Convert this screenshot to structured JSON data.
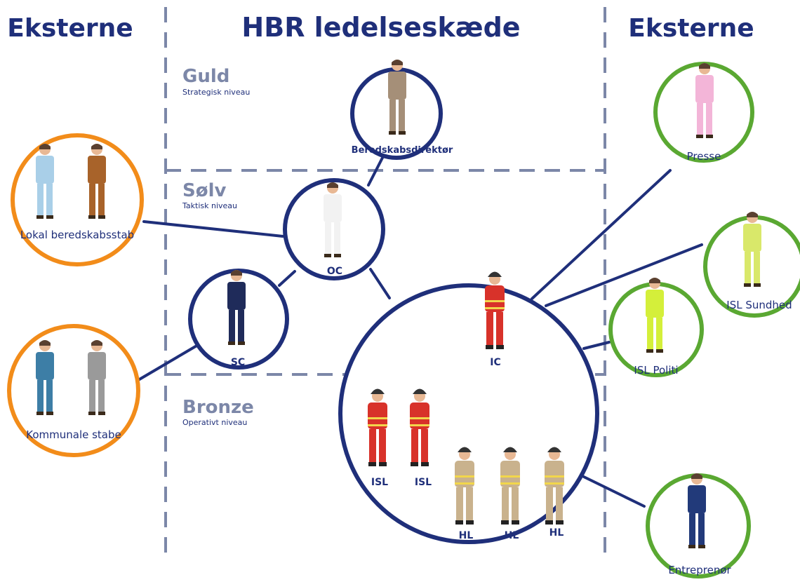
{
  "headers": {
    "left": "Eksterne",
    "center": "HBR ledelseskæde",
    "right": "Eksterne"
  },
  "levels": {
    "gold": {
      "title": "Guld",
      "subtitle": "Strategisk niveau"
    },
    "silver": {
      "title": "Sølv",
      "subtitle": "Taktisk niveau"
    },
    "bronze": {
      "title": "Bronze",
      "subtitle": "Operativt niveau"
    }
  },
  "nodes": {
    "director": "Beredskabsdirektør",
    "oc": "OC",
    "sc": "SC",
    "ic": "IC",
    "isl1": "ISL",
    "isl2": "ISL",
    "hl1": "HL",
    "hl2": "HL",
    "hl3": "HL",
    "local_staff": "Lokal beredskabsstab",
    "municipal_staff": "Kommunale stabe",
    "press": "Presse",
    "isl_health": "ISL Sundhed",
    "isl_police": "ISL Politi",
    "contractor": "Entreprenør"
  },
  "colors": {
    "hbr_ring": "#1f2f7a",
    "external_left_ring": "#f28c1a",
    "external_right_ring": "#5aa832",
    "divider": "#7c87a8"
  }
}
